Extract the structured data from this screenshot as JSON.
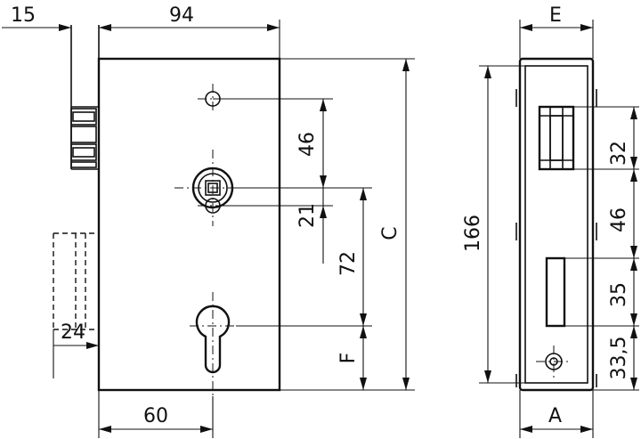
{
  "front_view": {
    "dims": {
      "d15": "15",
      "d94": "94",
      "d46": "46",
      "d21": "21",
      "d72": "72",
      "dC": "C",
      "dF": "F",
      "d24": "24",
      "d60": "60"
    }
  },
  "side_view": {
    "dims": {
      "dE": "E",
      "d166": "166",
      "d32": "32",
      "d46": "46",
      "d35": "35",
      "d33_5": "33,5",
      "dA": "A"
    }
  }
}
